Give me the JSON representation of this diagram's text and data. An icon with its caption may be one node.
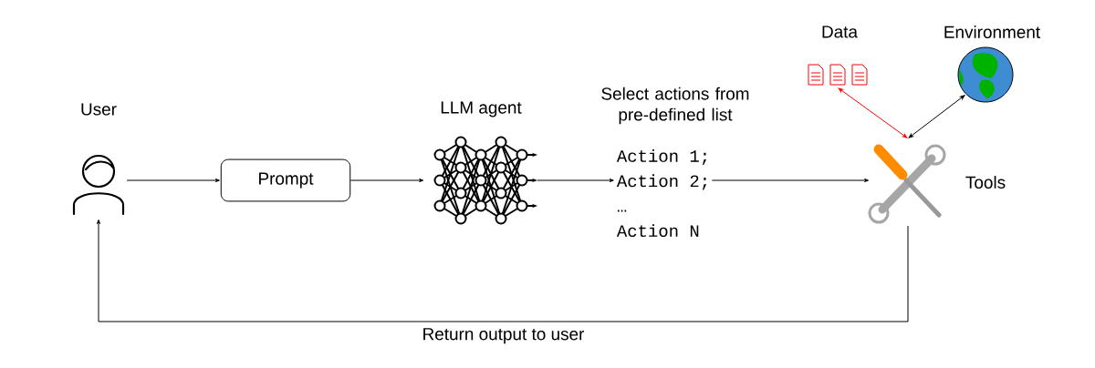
{
  "diagram": {
    "nodes": [
      {
        "text": [
          "User"
        ]
      },
      {
        "text": [
          "Prompt"
        ]
      },
      {
        "text": [
          "LLM agent"
        ]
      },
      {
        "text": [
          "Select actions from pre-defined list",
          "Action 1;",
          "Action 2;",
          "…",
          "Action N"
        ]
      },
      {
        "text": [
          "Tools"
        ]
      },
      {
        "text": [
          "Data"
        ]
      },
      {
        "text": [
          "Environment"
        ]
      }
    ],
    "edges": [
      {
        "from": 0,
        "to": 1,
        "arrow": "to"
      },
      {
        "from": 1,
        "to": 2,
        "arrow": "to"
      },
      {
        "from": 2,
        "to": 3,
        "arrow": "to"
      },
      {
        "from": 3,
        "to": 4,
        "arrow": "to"
      },
      {
        "from": 4,
        "to": 5,
        "arrow": "both",
        "color": "#ff0000"
      },
      {
        "from": 4,
        "to": 6,
        "arrow": "both"
      },
      {
        "from": 4,
        "to": 0,
        "arrow": "to",
        "label": "Return output to user"
      }
    ]
  }
}
